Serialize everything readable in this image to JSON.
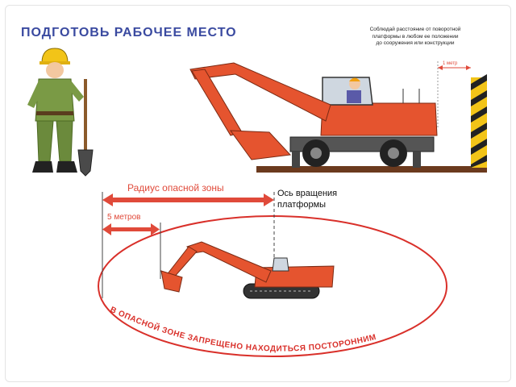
{
  "title": "ПОДГОТОВЬ РАБОЧЕЕ МЕСТО",
  "note_lines": [
    "Соблюдай расстояние от поворотной",
    "платформы в любом ее положении",
    "до сооружения или конструкции"
  ],
  "distance_label": "1 метр",
  "radius_label": "Радиус опасной зоны",
  "axis_label_lines": [
    "Ось вращения",
    "платформы"
  ],
  "five_meters_label": "5 метров",
  "warning_text": "В ОПАСНОЙ ЗОНЕ ЗАПРЕЩЕНО НАХОДИТЬСЯ ПОСТОРОННИМ",
  "colors": {
    "title": "#3a4aa0",
    "warning": "#d9302a",
    "machine": "#e5542f",
    "arrow": "#e04a3a"
  }
}
